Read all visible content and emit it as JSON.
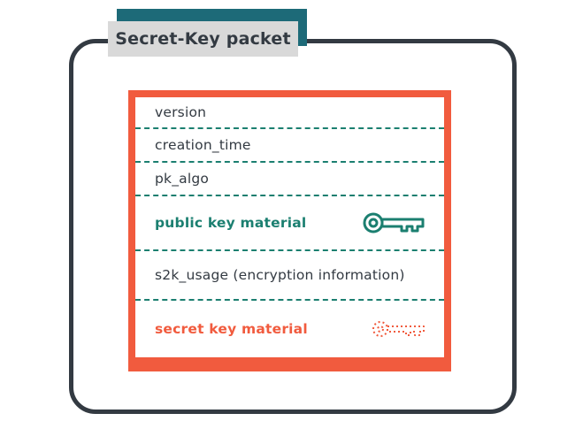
{
  "title": "Secret-Key packet",
  "packet": {
    "rows": [
      {
        "label": "version",
        "kind": "plain"
      },
      {
        "label": "creation_time",
        "kind": "plain"
      },
      {
        "label": "pk_algo",
        "kind": "plain"
      },
      {
        "label": "public key material",
        "kind": "public",
        "icon": "solid-key-icon"
      },
      {
        "label": "s2k_usage (encryption information)",
        "kind": "plain"
      },
      {
        "label": "secret key material",
        "kind": "secret",
        "icon": "dotted-key-icon"
      }
    ]
  },
  "colors": {
    "accent_teal": "#1b7f70",
    "accent_orange": "#f15b3e",
    "dark": "#333a42",
    "title_bg": "#d9d9d9",
    "title_shadow": "#1d6a78"
  }
}
